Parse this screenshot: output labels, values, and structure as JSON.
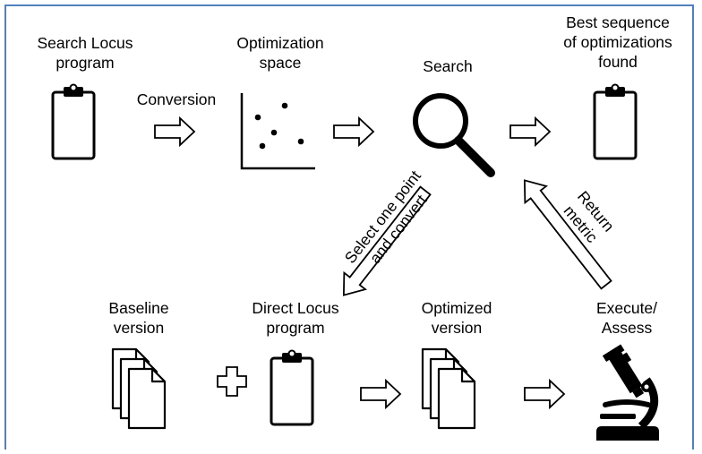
{
  "nodes": {
    "search_locus_program": {
      "line1": "Search Locus",
      "line2": "program"
    },
    "optimization_space": {
      "line1": "Optimization",
      "line2": "space"
    },
    "search": {
      "line1": "Search"
    },
    "best_sequence": {
      "line1": "Best sequence",
      "line2": "of optimizations",
      "line3": "found"
    },
    "baseline_version": {
      "line1": "Baseline",
      "line2": "version"
    },
    "direct_locus_program": {
      "line1": "Direct Locus",
      "line2": "program"
    },
    "optimized_version": {
      "line1": "Optimized",
      "line2": "version"
    },
    "execute_assess": {
      "line1": "Execute/",
      "line2": "Assess"
    }
  },
  "edges": {
    "conversion": "Conversion",
    "select_convert": {
      "line1": "Select one point",
      "line2": "and convert"
    },
    "return_metric": {
      "line1": "Return",
      "line2": "metric"
    }
  },
  "icons": {
    "clipboard": "clipboard-icon",
    "scatter": "scatter-plot-icon",
    "magnifier": "magnifying-glass-icon",
    "documents": "document-stack-icon",
    "plus": "plus-icon",
    "microscope": "microscope-icon",
    "arrow": "hollow-arrow-icon"
  },
  "colors": {
    "frame": "#4f81bd",
    "ink": "#000000"
  }
}
